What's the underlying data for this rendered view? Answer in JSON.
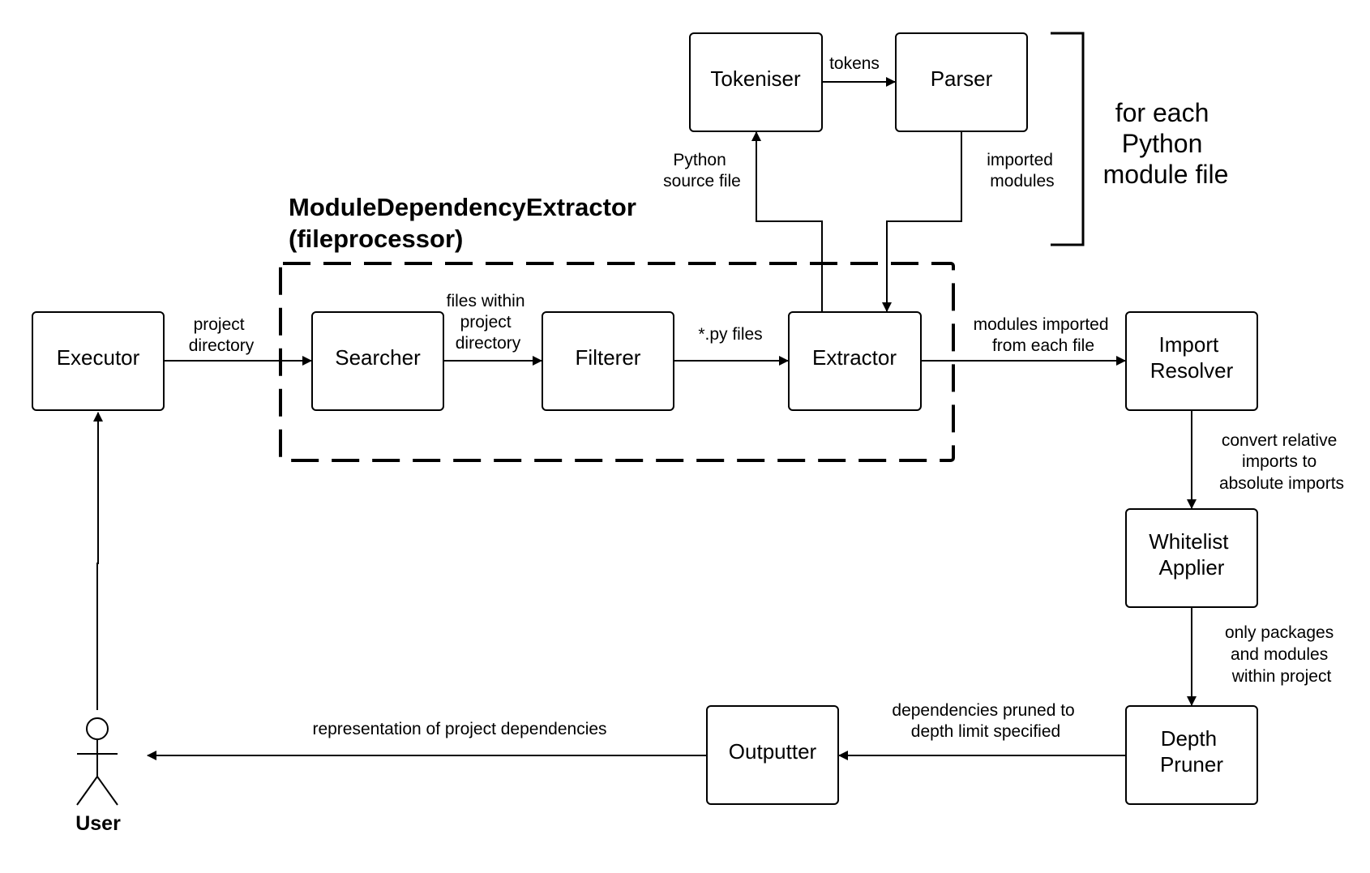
{
  "nodes": {
    "executor": "Executor",
    "searcher": "Searcher",
    "filterer": "Filterer",
    "extractor": "Extractor",
    "tokeniser": "Tokeniser",
    "parser": "Parser",
    "import_resolver": [
      "Import",
      "Resolver"
    ],
    "whitelist_applier": [
      "Whitelist",
      "Applier"
    ],
    "depth_pruner": [
      "Depth",
      "Pruner"
    ],
    "outputter": "Outputter"
  },
  "group": {
    "title": [
      "ModuleDependencyExtractor",
      "(fileprocessor)"
    ]
  },
  "note": {
    "text": [
      "for each",
      "Python",
      "module file"
    ]
  },
  "actor": {
    "label": "User"
  },
  "edges": {
    "project_directory": [
      "project",
      "directory"
    ],
    "files_within": [
      "files within",
      "project",
      "directory"
    ],
    "py_files": "*.py files",
    "tokens": "tokens",
    "python_source": [
      "Python",
      "source file"
    ],
    "imported_modules": [
      "imported",
      "modules"
    ],
    "modules_imported": [
      "modules imported",
      "from each file"
    ],
    "convert_relative": [
      "convert relative",
      "imports to",
      "absolute imports"
    ],
    "only_packages": [
      "only packages",
      "and modules",
      "within project"
    ],
    "pruned": [
      "dependencies pruned to",
      "depth limit specified"
    ],
    "representation": "representation of project dependencies"
  }
}
